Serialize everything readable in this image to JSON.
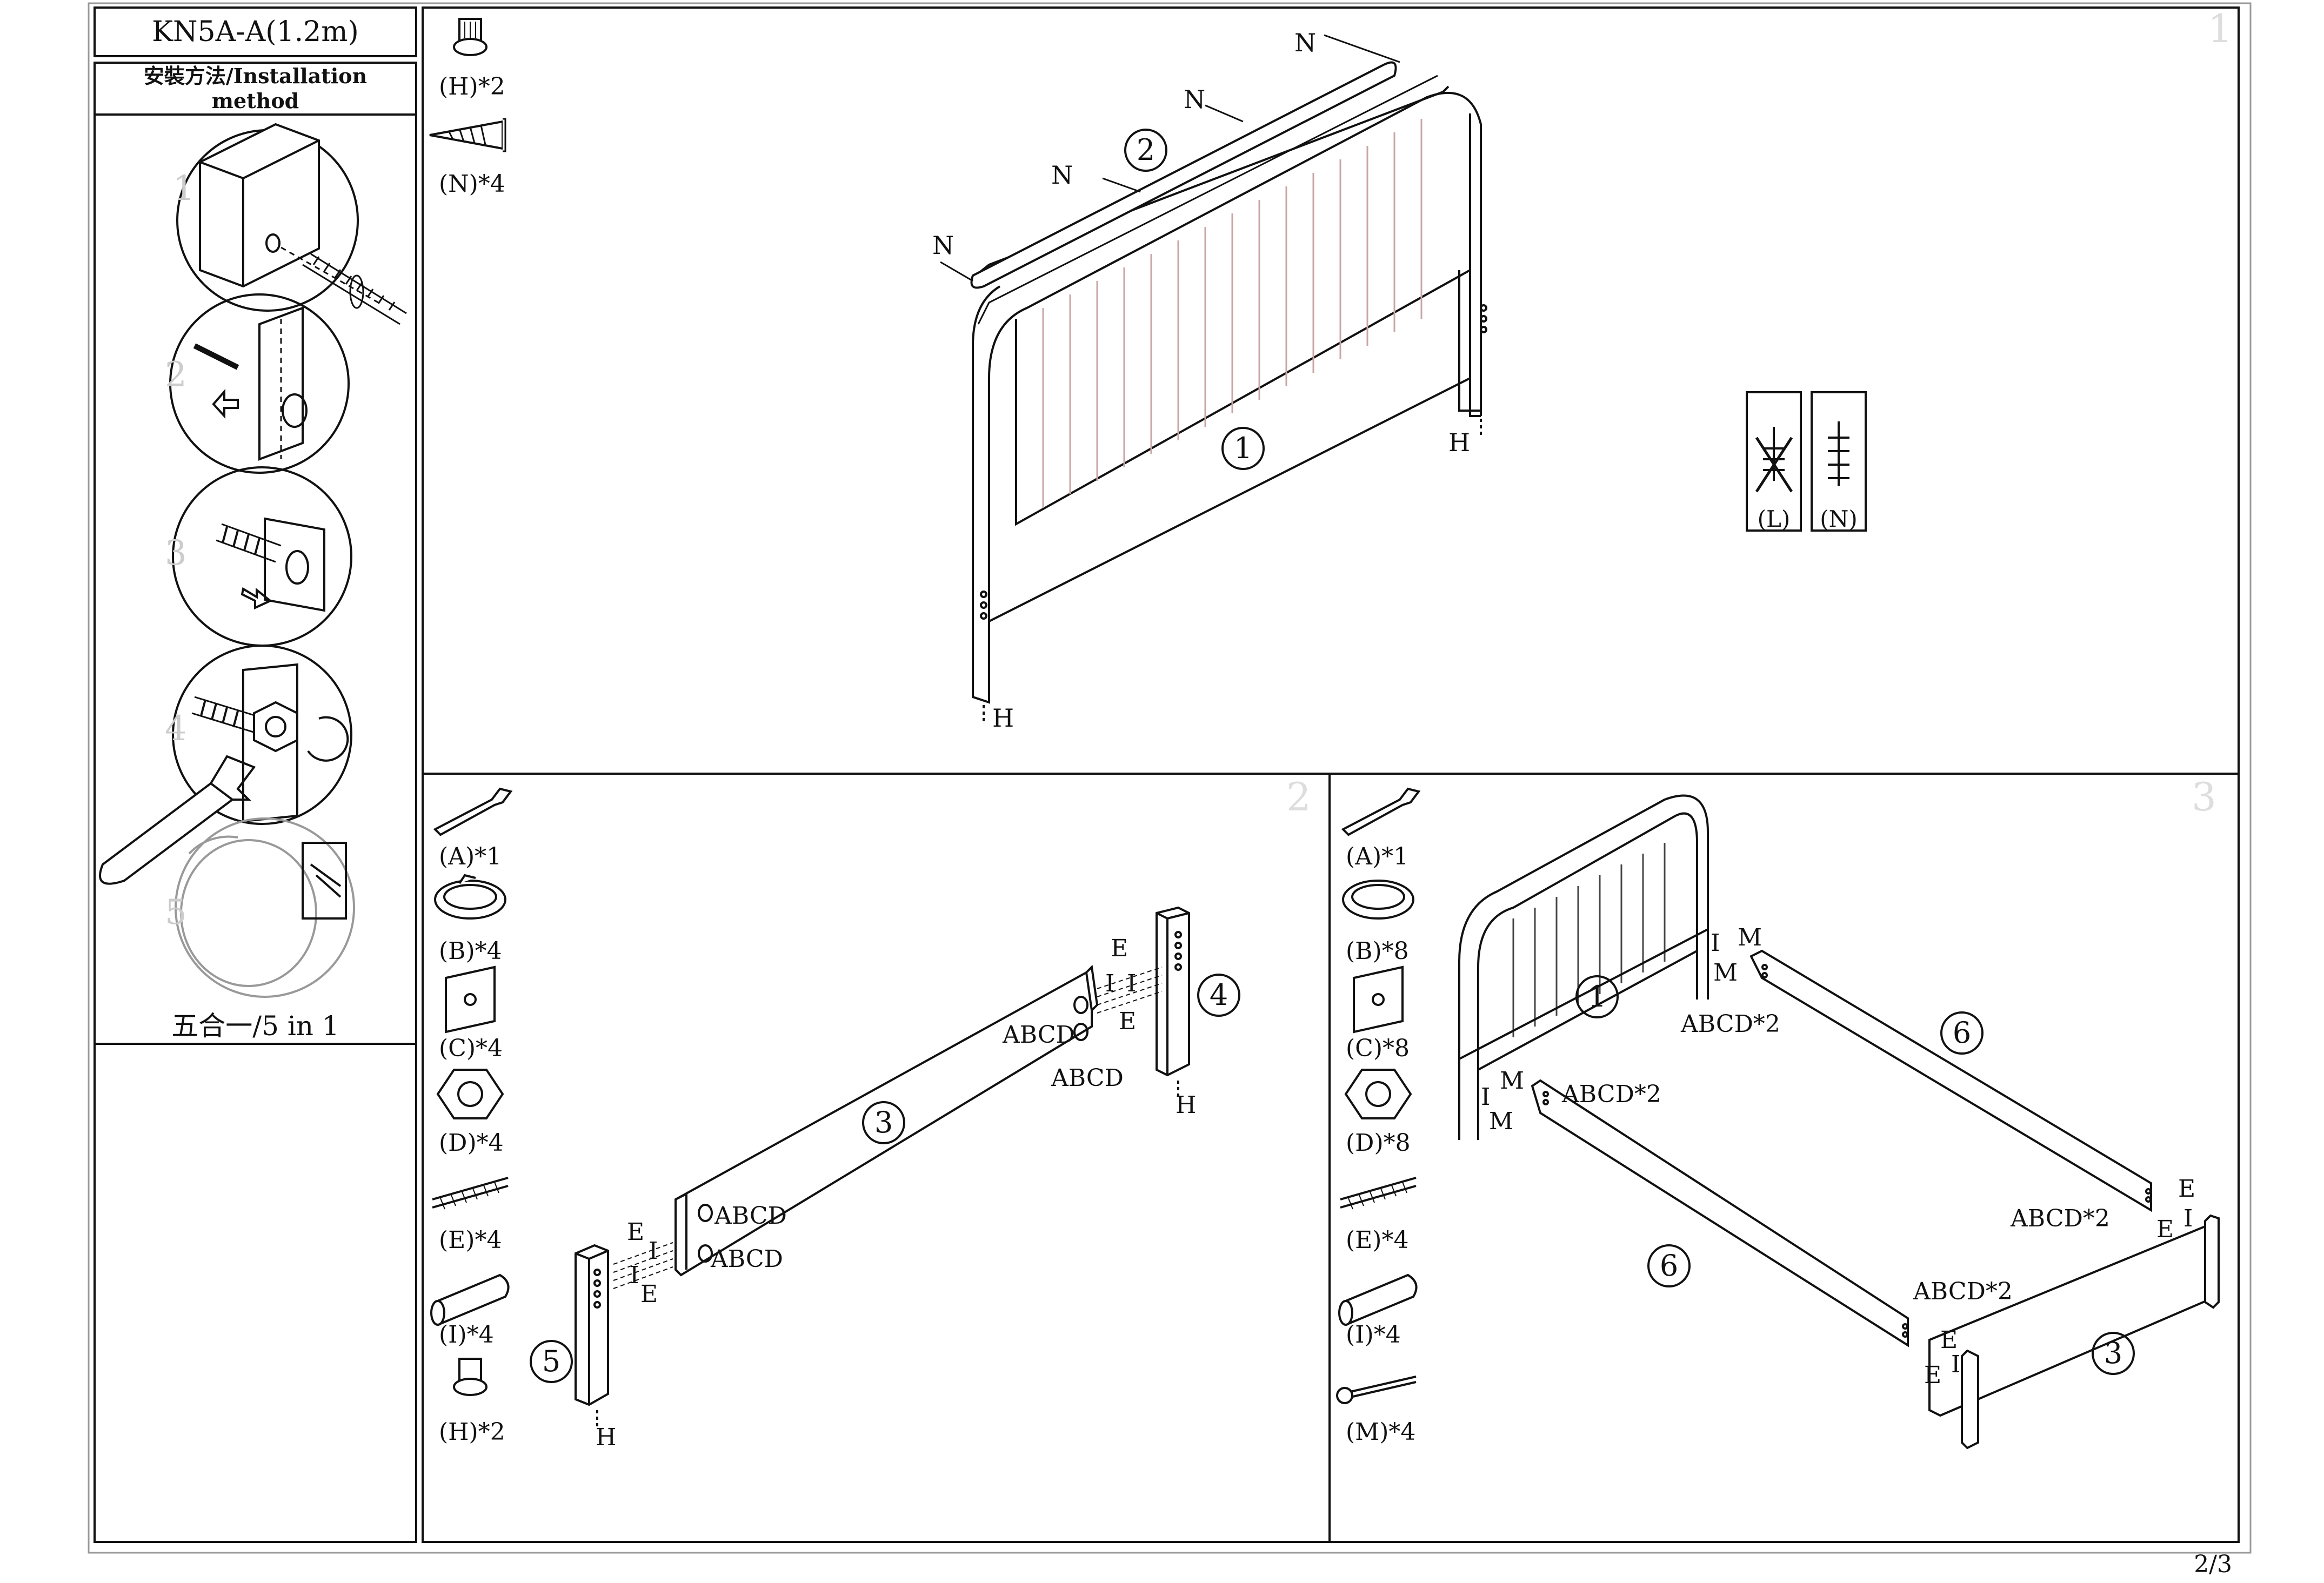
{
  "sidebar": {
    "model_title": "KN5A-A(1.2m)",
    "method_header": "安裝方法/Installation method",
    "method_caption": "五合一/5 in 1",
    "step_numbers": [
      "1",
      "2",
      "3",
      "4",
      "5"
    ]
  },
  "panels": {
    "p1": {
      "number": "1",
      "parts": [
        {
          "label": "(H)*2",
          "icon": "bolt-icon"
        },
        {
          "label": "(N)*4",
          "icon": "wood-screw-icon"
        }
      ],
      "labels": {
        "N": "N",
        "H": "H",
        "part1": "1",
        "part2": "2",
        "screw_L": "(L)",
        "screw_N": "(N)"
      }
    },
    "p2": {
      "number": "2",
      "parts": [
        {
          "label": "(A)*1",
          "icon": "wrench-icon"
        },
        {
          "label": "(B)*4",
          "icon": "clip-icon"
        },
        {
          "label": "(C)*4",
          "icon": "washer-plate-icon"
        },
        {
          "label": "(D)*4",
          "icon": "hex-nut-icon"
        },
        {
          "label": "(E)*4",
          "icon": "threaded-rod-icon"
        },
        {
          "label": "(I)*4",
          "icon": "dowel-icon"
        },
        {
          "label": "(H)*2",
          "icon": "bolt-icon"
        }
      ],
      "labels": {
        "E": "E",
        "I": "I",
        "H": "H",
        "ABCD": "ABCD",
        "part3": "3",
        "part4": "4",
        "part5": "5"
      }
    },
    "p3": {
      "number": "3",
      "parts": [
        {
          "label": "(A)*1",
          "icon": "wrench-icon"
        },
        {
          "label": "(B)*8",
          "icon": "clip-icon"
        },
        {
          "label": "(C)*8",
          "icon": "washer-plate-icon"
        },
        {
          "label": "(D)*8",
          "icon": "hex-nut-icon"
        },
        {
          "label": "(E)*4",
          "icon": "threaded-rod-icon"
        },
        {
          "label": "(I)*4",
          "icon": "dowel-icon"
        },
        {
          "label": "(M)*4",
          "icon": "long-screw-icon"
        }
      ],
      "labels": {
        "I": "I",
        "M": "M",
        "E": "E",
        "ABCD2": "ABCD*2",
        "part1": "1",
        "part3": "3",
        "part6": "6"
      }
    }
  },
  "page_number": "2/3"
}
